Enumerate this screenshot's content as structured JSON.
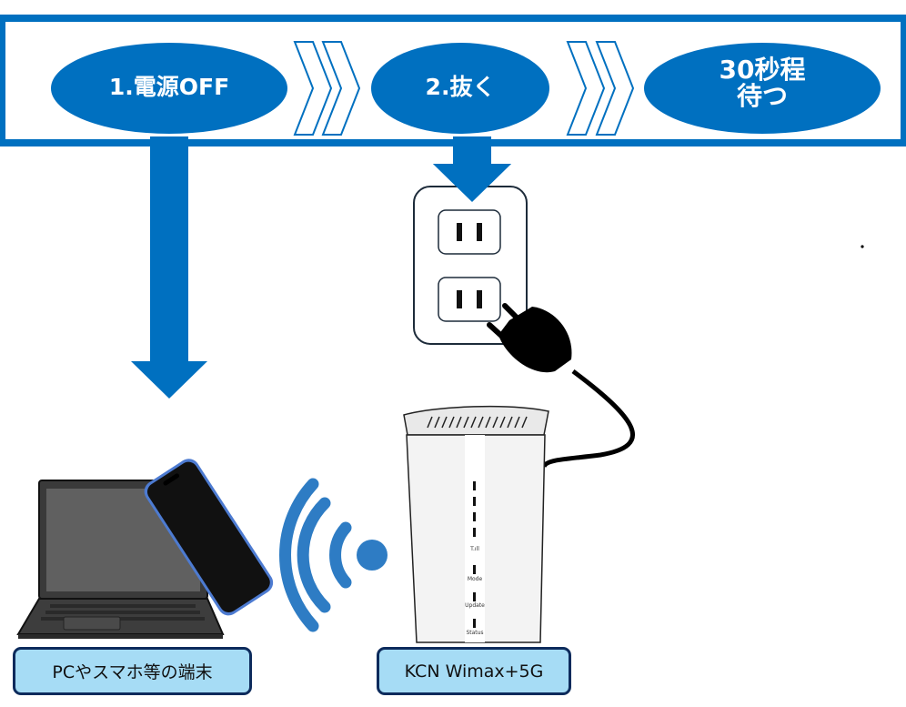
{
  "colors": {
    "primary_blue": "#0070c0",
    "wifi_blue": "#2e7cc4",
    "label_fill": "#a6dcf5",
    "label_border": "#0d2b5c"
  },
  "steps": [
    {
      "label": "1.電源OFF"
    },
    {
      "label": "2.抜く"
    },
    {
      "label_line1": "30秒程",
      "label_line2": "待つ"
    }
  ],
  "devices": {
    "client_label": "PCやスマホ等の端末",
    "router_label": "KCN Wimax+5G",
    "router_led_labels": [
      "T.ıll",
      "Mode",
      "Update",
      "Status"
    ]
  },
  "icons": [
    "chevron-double-right-icon",
    "down-arrow-icon",
    "power-outlet-icon",
    "plug-icon",
    "wifi-signal-icon",
    "laptop-icon",
    "smartphone-icon",
    "router-icon"
  ]
}
